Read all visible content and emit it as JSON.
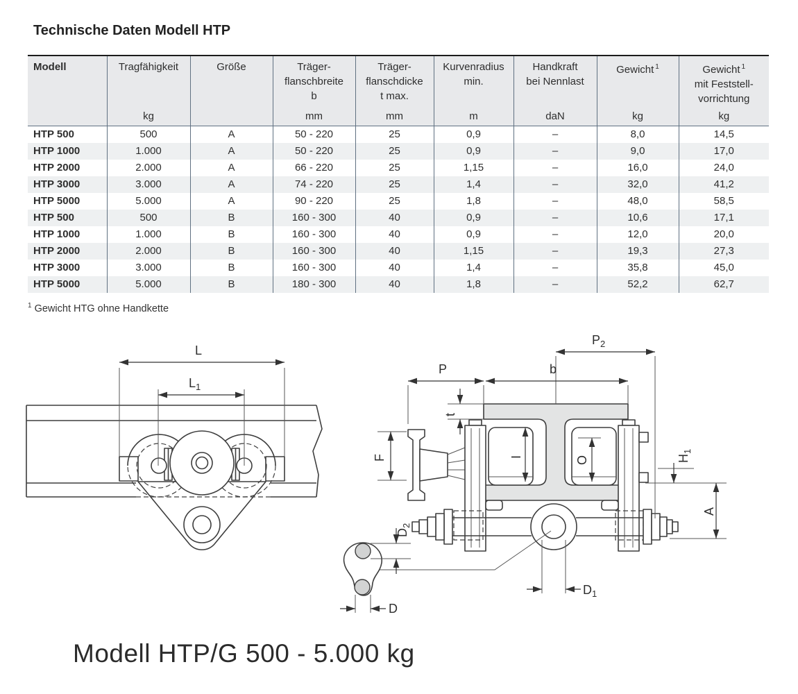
{
  "page": {
    "title": "Technische Daten Modell HTP",
    "footnote_sup": "1",
    "footnote_text": "Gewicht HTG ohne Handkette",
    "caption": "Modell HTP/G 500 - 5.000 kg"
  },
  "colors": {
    "table_header_bg": "#e8e9eb",
    "row_alt_bg": "#eef0f1",
    "separator": "#5f7081",
    "beam_fill": "#e3e4e4"
  },
  "table": {
    "columns": [
      {
        "lines": [
          "Modell"
        ],
        "unit": "",
        "bold": true,
        "align": "left"
      },
      {
        "lines": [
          "Tragfähigkeit"
        ],
        "unit": "kg"
      },
      {
        "lines": [
          "Größe"
        ],
        "unit": ""
      },
      {
        "lines": [
          "Träger-",
          "flanschbreite",
          "b"
        ],
        "unit": "mm"
      },
      {
        "lines": [
          "Träger-",
          "flanschdicke",
          "t max."
        ],
        "unit": "mm"
      },
      {
        "lines": [
          "Kurvenradius",
          "min."
        ],
        "unit": "m"
      },
      {
        "lines": [
          "Handkraft",
          "bei Nennlast"
        ],
        "unit": "daN"
      },
      {
        "lines": [
          "Gewicht"
        ],
        "sup": "1",
        "unit": "kg"
      },
      {
        "lines": [
          "Gewicht",
          "mit Feststell-",
          "vorrichtung"
        ],
        "sup": "1",
        "unit": "kg"
      }
    ],
    "rows": [
      [
        "HTP 500",
        "500",
        "A",
        "50 - 220",
        "25",
        "0,9",
        "–",
        "8,0",
        "14,5"
      ],
      [
        "HTP 1000",
        "1.000",
        "A",
        "50 - 220",
        "25",
        "0,9",
        "–",
        "9,0",
        "17,0"
      ],
      [
        "HTP 2000",
        "2.000",
        "A",
        "66 - 220",
        "25",
        "1,15",
        "–",
        "16,0",
        "24,0"
      ],
      [
        "HTP 3000",
        "3.000",
        "A",
        "74 - 220",
        "25",
        "1,4",
        "–",
        "32,0",
        "41,2"
      ],
      [
        "HTP 5000",
        "5.000",
        "A",
        "90 - 220",
        "25",
        "1,8",
        "–",
        "48,0",
        "58,5"
      ],
      [
        "HTP 500",
        "500",
        "B",
        "160 - 300",
        "40",
        "0,9",
        "–",
        "10,6",
        "17,1"
      ],
      [
        "HTP 1000",
        "1.000",
        "B",
        "160 - 300",
        "40",
        "0,9",
        "–",
        "12,0",
        "20,0"
      ],
      [
        "HTP 2000",
        "2.000",
        "B",
        "160 - 300",
        "40",
        "1,15",
        "–",
        "19,3",
        "27,3"
      ],
      [
        "HTP 3000",
        "3.000",
        "B",
        "160 - 300",
        "40",
        "1,4",
        "–",
        "35,8",
        "45,0"
      ],
      [
        "HTP 5000",
        "5.000",
        "B",
        "180 - 300",
        "40",
        "1,8",
        "–",
        "52,2",
        "62,7"
      ]
    ]
  },
  "diagram": {
    "labels": {
      "L": {
        "base": "L",
        "sub": ""
      },
      "L1": {
        "base": "L",
        "sub": "1"
      },
      "P": {
        "base": "P",
        "sub": ""
      },
      "P2": {
        "base": "P",
        "sub": "2"
      },
      "b": {
        "base": "b",
        "sub": ""
      },
      "t": {
        "base": "t",
        "sub": ""
      },
      "F": {
        "base": "F",
        "sub": ""
      },
      "I": {
        "base": "I",
        "sub": ""
      },
      "O": {
        "base": "O",
        "sub": ""
      },
      "H1": {
        "base": "H",
        "sub": "1"
      },
      "A": {
        "base": "A",
        "sub": ""
      },
      "D2": {
        "base": "D",
        "sub": "2"
      },
      "D": {
        "base": "D",
        "sub": ""
      },
      "D1": {
        "base": "D",
        "sub": "1"
      }
    }
  }
}
